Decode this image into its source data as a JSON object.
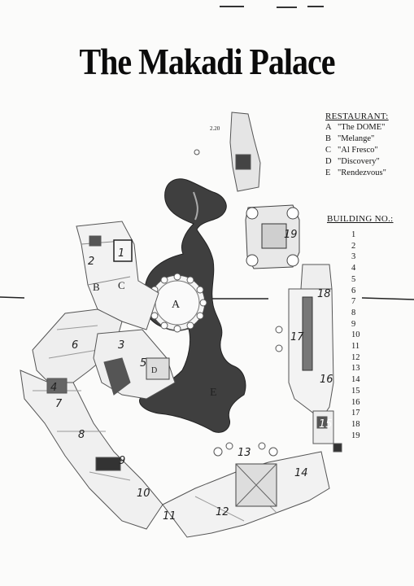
{
  "title": "The Makadi Palace",
  "restaurant_legend": {
    "heading": "RESTAURANT:",
    "items": [
      {
        "letter": "A",
        "name": "\"The DOME\""
      },
      {
        "letter": "B",
        "name": "\"Melange\""
      },
      {
        "letter": "C",
        "name": "\"Al Fresco\""
      },
      {
        "letter": "D",
        "name": "\"Discovery\""
      },
      {
        "letter": "E",
        "name": "\"Rendezvous\""
      }
    ]
  },
  "building_legend": {
    "heading": "BUILDING NO.:",
    "numbers": [
      "1",
      "2",
      "3",
      "4",
      "5",
      "6",
      "7",
      "8",
      "9",
      "10",
      "11",
      "12",
      "13",
      "14",
      "15",
      "16",
      "17",
      "18",
      "19"
    ]
  },
  "map": {
    "restaurant_labels": [
      "A",
      "B",
      "C",
      "D",
      "E"
    ],
    "building_labels": [
      "1",
      "2",
      "3",
      "4",
      "5",
      "6",
      "7",
      "8",
      "9",
      "10",
      "11",
      "12",
      "13",
      "14",
      "15",
      "16",
      "17",
      "18",
      "19"
    ],
    "scale_note": "2.20"
  }
}
